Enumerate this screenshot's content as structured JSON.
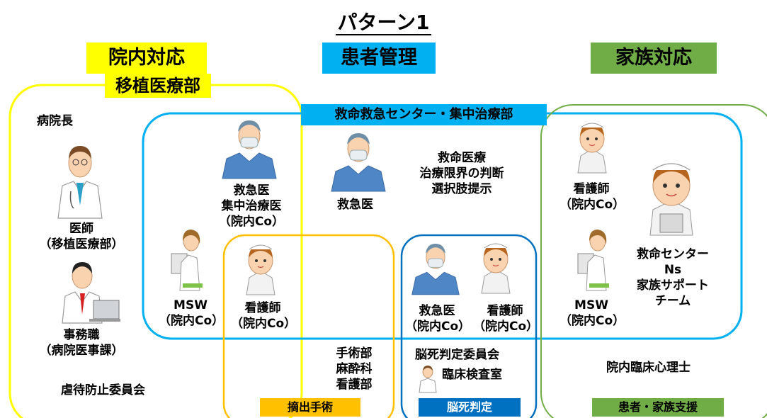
{
  "title": "パターン1",
  "headers": {
    "in_hospital": "院内対応",
    "in_hospital_sub": "移植医療部",
    "patient_mgmt": "患者管理",
    "family": "家族対応"
  },
  "tags": {
    "er_icu": "救命救急センター・集中治療部",
    "procurement": "摘出手術",
    "brain_death": "脳死判定",
    "support": "患者・家族支援"
  },
  "labels": {
    "director": "病院長",
    "doctor": "医師",
    "doctor_dept": "（移植医療部）",
    "clerk": "事務職",
    "clerk_dept": "（病院医事課）",
    "abuse": "虐待防止委員会",
    "er_doc_a": "救急医",
    "er_doc_a2": "集中治療医",
    "er_doc_a3": "（院内Co）",
    "er_doc_b": "救急医",
    "er_tasks_1": "救命医療",
    "er_tasks_2": "治療限界の判断",
    "er_tasks_3": "選択肢提示",
    "msw_left": "MSW",
    "msw_left_co": "（院内Co）",
    "nurse_or": "看護師",
    "nurse_or_co": "（院内Co）",
    "surgery_1": "手術部",
    "surgery_2": "麻酔科",
    "surgery_3": "看護部",
    "bd_doc": "救急医",
    "bd_doc_co": "（院内Co）",
    "bd_nurse": "看護師",
    "bd_nurse_co": "（院内Co）",
    "bd_committee": "脳死判定委員会",
    "bd_lab": "臨床検査室",
    "fam_nurse": "看護師",
    "fam_nurse_co": "（院内Co）",
    "fam_msw": "MSW",
    "fam_msw_co": "（院内Co）",
    "center_ns_1": "救命センター",
    "center_ns_2": "Ns",
    "center_ns_3": "家族サポート",
    "center_ns_4": "チーム",
    "psych": "院内臨床心理士"
  },
  "colors": {
    "yellow": "#ffff00",
    "sky": "#00b0f0",
    "orange": "#ffc000",
    "dark_blue": "#0070c0",
    "green": "#70ad47"
  }
}
